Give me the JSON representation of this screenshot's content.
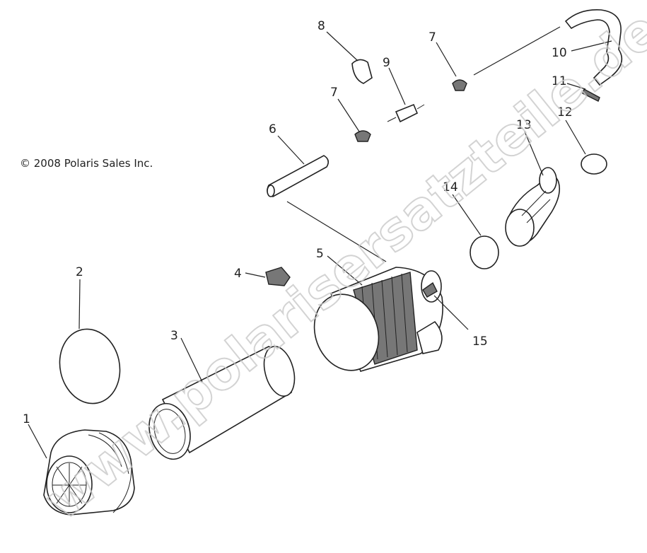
{
  "copyright": "© 2008 Polaris Sales Inc.",
  "watermark": "www.polarisersatzteile.de",
  "callouts": {
    "c1": "1",
    "c2": "2",
    "c3": "3",
    "c4": "4",
    "c5": "5",
    "c6": "6",
    "c7a": "7",
    "c7b": "7",
    "c8": "8",
    "c9": "9",
    "c10": "10",
    "c11": "11",
    "c12": "12",
    "c13": "13",
    "c14": "14",
    "c15": "15"
  }
}
